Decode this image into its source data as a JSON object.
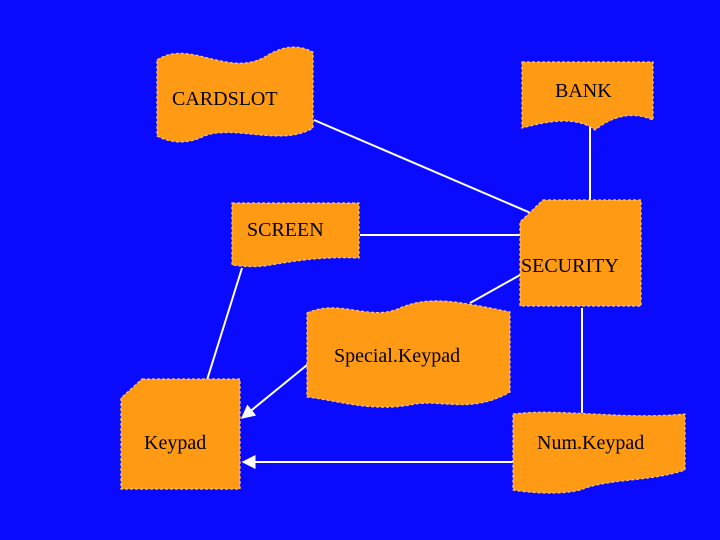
{
  "colors": {
    "background": "#0a0aff",
    "node_fill": "#ff9a14",
    "edge": "#ffffff"
  },
  "nodes": {
    "cardslot": "CARDSLOT",
    "bank": "BANK",
    "screen": "SCREEN",
    "security": "SECURITY",
    "special_keypad": "Special.Keypad",
    "keypad": "Keypad",
    "num_keypad": "Num.Keypad"
  }
}
